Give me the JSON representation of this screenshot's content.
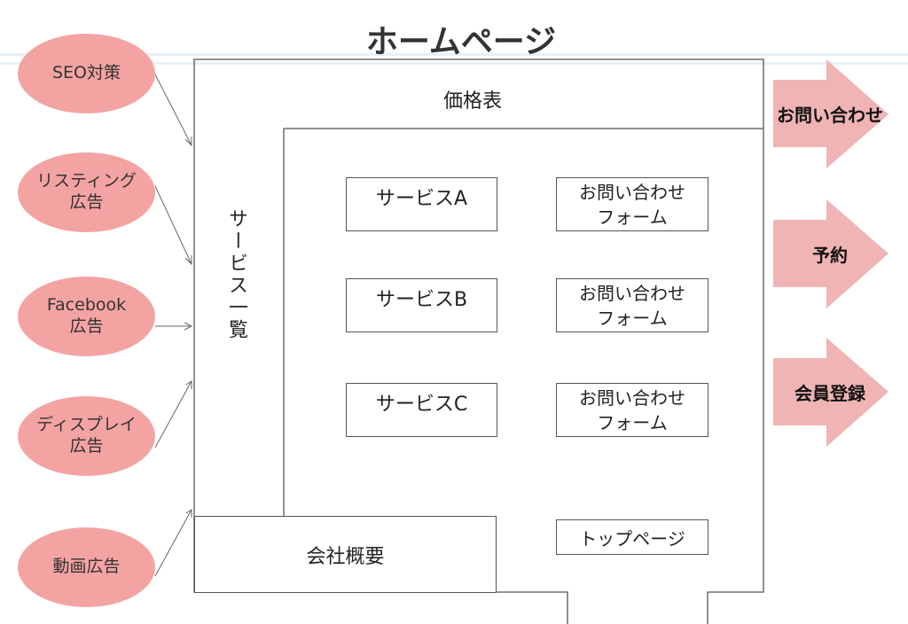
{
  "title": "ホームページ",
  "channels": [
    {
      "line1": "SEO対策",
      "line2": ""
    },
    {
      "line1": "リスティング",
      "line2": "広告"
    },
    {
      "line1": "Facebook",
      "line2": "広告"
    },
    {
      "line1": "ディスプレイ",
      "line2": "広告"
    },
    {
      "line1": "動画広告",
      "line2": ""
    }
  ],
  "site": {
    "price_table": "価格表",
    "service_list": "サービス一覧",
    "company": "会社概要",
    "top_page": "トップページ",
    "services": [
      "サービスA",
      "サービスB",
      "サービスC"
    ],
    "forms": [
      {
        "line1": "お問い合わせ",
        "line2": "フォーム"
      },
      {
        "line1": "お問い合わせ",
        "line2": "フォーム"
      },
      {
        "line1": "お問い合わせ",
        "line2": "フォーム"
      }
    ]
  },
  "conversions": [
    "お問い合わせ",
    "予約",
    "会員登録"
  ],
  "colors": {
    "channel_fill": "#f4a3a3",
    "arrow_fill": "#f0b4b4",
    "border": "#555555"
  }
}
